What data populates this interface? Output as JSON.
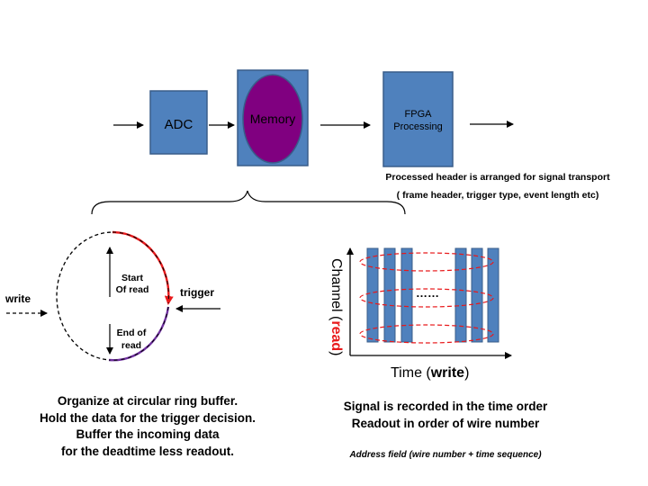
{
  "pipeline": {
    "adc_label": "ADC",
    "memory_label": "Memory",
    "fpga_line1": "FPGA",
    "fpga_line2": "Processing",
    "header_line1": "Processed header is arranged for signal transport",
    "header_line2": "( frame header, trigger type, event length etc)"
  },
  "ring_buffer": {
    "write_label": "write",
    "trigger_label": "trigger",
    "start_line1": "Start",
    "start_line2": "Of read",
    "end_line1": "End of",
    "end_line2": "read",
    "caption": [
      "Organize at circular ring buffer.",
      "Hold the data for the trigger decision.",
      "Buffer the incoming data",
      "for the deadtime less readout."
    ]
  },
  "channel_plot": {
    "y_label_prefix": "Channel (",
    "y_label_emph": "read",
    "y_label_suffix": ")",
    "x_label_prefix": "Time (",
    "x_label_emph": "write",
    "x_label_suffix": ")",
    "ellipsis": "……",
    "caption_line1": "Signal is recorded in the time order",
    "caption_line2": "Readout in order of wire number",
    "address_note": "Address field (wire number + time sequence)"
  },
  "colors": {
    "box_fill": "#4f81bd",
    "box_stroke": "#385d8a",
    "memory_fill": "#800080",
    "ring_red": "#e8191b",
    "ring_purple": "#7030a0",
    "emph_red": "#e8191b"
  }
}
